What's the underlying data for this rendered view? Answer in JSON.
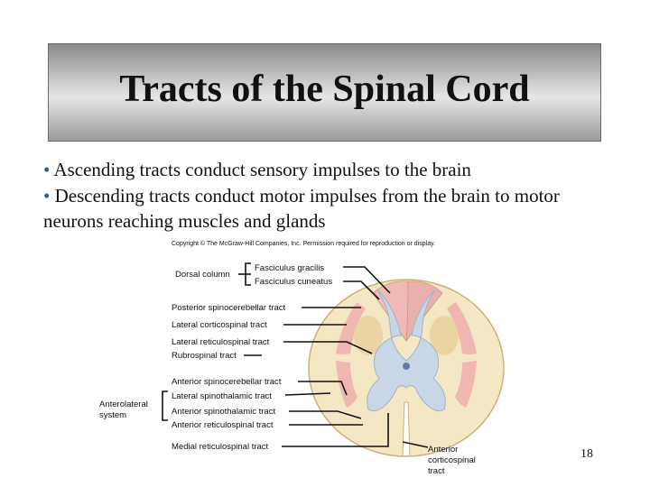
{
  "title": "Tracts of the Spinal Cord",
  "bullets": [
    "Ascending tracts conduct sensory impulses to the brain",
    "Descending tracts conduct motor impulses from the brain to motor neurons reaching muscles and glands"
  ],
  "copyright": "Copyright © The McGraw-Hill Companies, Inc. Permission required for reproduction or display.",
  "labels": {
    "dorsal_column": "Dorsal column",
    "fasciculus_gracilis": "Fasciculus gracilis",
    "fasciculus_cuneatus": "Fasciculus cuneatus",
    "posterior_spinocerebellar": "Posterior spinocerebellar tract",
    "lateral_corticospinal": "Lateral corticospinal tract",
    "lateral_reticulospinal": "Lateral reticulospinal tract",
    "rubrospinal": "Rubrospinal tract",
    "anterior_spinocerebellar": "Anterior spinocerebellar tract",
    "lateral_spinothalamic": "Lateral spinothalamic tract",
    "anterolateral_line1": "Anterolateral",
    "anterolateral_line2": "system",
    "anterior_spinothalamic": "Anterior spinothalamic tract",
    "anterior_reticulospinal": "Anterior reticulospinal tract",
    "medial_reticulospinal": "Medial reticulospinal tract",
    "anterior_corticospinal_1": "Anterior",
    "anterior_corticospinal_2": "corticospinal",
    "anterior_corticospinal_3": "tract"
  },
  "slide_number": "18"
}
